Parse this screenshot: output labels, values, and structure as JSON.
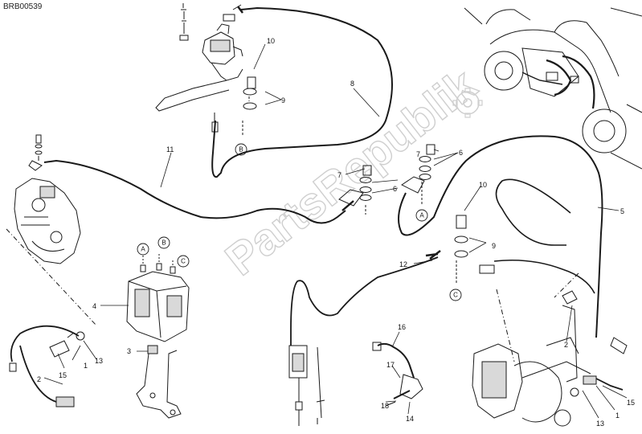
{
  "diagram_code": "BRB00539",
  "watermark": "PartsRepublik",
  "part_numbers": [
    "1",
    "2",
    "3",
    "4",
    "5",
    "6",
    "7",
    "8",
    "9",
    "10",
    "11",
    "12",
    "13",
    "14",
    "15",
    "16",
    "17",
    "18"
  ],
  "callouts": [
    {
      "id": "lbl-10-top",
      "text": "10"
    },
    {
      "id": "lbl-9-top",
      "text": "9"
    },
    {
      "id": "lbl-8",
      "text": "8"
    },
    {
      "id": "lbl-11",
      "text": "11"
    },
    {
      "id": "lbl-7-mid",
      "text": "7"
    },
    {
      "id": "lbl-6-mid",
      "text": "6"
    },
    {
      "id": "lbl-7-right",
      "text": "7"
    },
    {
      "id": "lbl-6-right",
      "text": "6"
    },
    {
      "id": "lbl-10-right",
      "text": "10"
    },
    {
      "id": "lbl-9-right",
      "text": "9"
    },
    {
      "id": "lbl-5",
      "text": "5"
    },
    {
      "id": "lbl-12",
      "text": "12"
    },
    {
      "id": "lbl-4",
      "text": "4"
    },
    {
      "id": "lbl-3",
      "text": "3"
    },
    {
      "id": "lbl-2-left",
      "text": "2"
    },
    {
      "id": "lbl-15-left",
      "text": "15"
    },
    {
      "id": "lbl-1-left",
      "text": "1"
    },
    {
      "id": "lbl-13-left",
      "text": "13"
    },
    {
      "id": "lbl-16",
      "text": "16"
    },
    {
      "id": "lbl-17",
      "text": "17"
    },
    {
      "id": "lbl-18",
      "text": "18"
    },
    {
      "id": "lbl-14",
      "text": "14"
    },
    {
      "id": "lbl-2-right",
      "text": "2"
    },
    {
      "id": "lbl-15-right",
      "text": "15"
    },
    {
      "id": "lbl-1-right",
      "text": "1"
    },
    {
      "id": "lbl-13-right",
      "text": "13"
    }
  ],
  "connectors": [
    {
      "id": "conn-B-top",
      "text": "B"
    },
    {
      "id": "conn-A-right",
      "text": "A"
    },
    {
      "id": "conn-C-right",
      "text": "C"
    },
    {
      "id": "conn-A-abs",
      "text": "A"
    },
    {
      "id": "conn-B-abs",
      "text": "B"
    },
    {
      "id": "conn-C-abs",
      "text": "C"
    }
  ],
  "colors": {
    "line": "#1a1a1a",
    "part_fill": "#ffffff",
    "part_shade": "#d9d9d9",
    "watermark": "#cfcfcf"
  }
}
